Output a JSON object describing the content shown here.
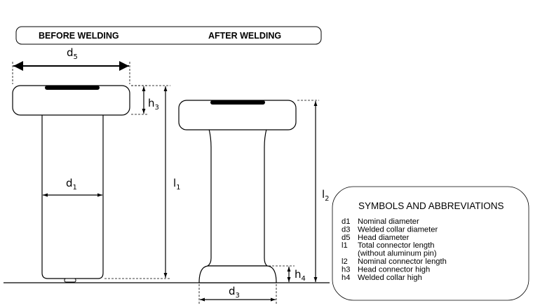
{
  "header": {
    "before_label": "BEFORE WELDING",
    "after_label": "AFTER WELDING"
  },
  "dimensions": {
    "d5": {
      "base": "d",
      "sub": "5"
    },
    "h3": {
      "base": "h",
      "sub": "3"
    },
    "d1": {
      "base": "d",
      "sub": "1"
    },
    "l1": {
      "base": "l",
      "sub": "1"
    },
    "l2": {
      "base": "l",
      "sub": "2"
    },
    "h4": {
      "base": "h",
      "sub": "4"
    },
    "d3": {
      "base": "d",
      "sub": "3"
    }
  },
  "legend": {
    "title": "SYMBOLS AND ABBREVIATIONS",
    "items": [
      {
        "symbol": "d1",
        "text": "Nominal diameter"
      },
      {
        "symbol": "d3",
        "text": "Welded collar diameter"
      },
      {
        "symbol": "d5",
        "text": "Head diameter"
      },
      {
        "symbol": "l1",
        "text": "Total connector length"
      },
      {
        "symbol": "",
        "text": "(without aluminum pin)"
      },
      {
        "symbol": "l2",
        "text": "Nominal connector length"
      },
      {
        "symbol": "h3",
        "text": "Head connector high"
      },
      {
        "symbol": "h4",
        "text": "Welded collar high"
      }
    ]
  }
}
